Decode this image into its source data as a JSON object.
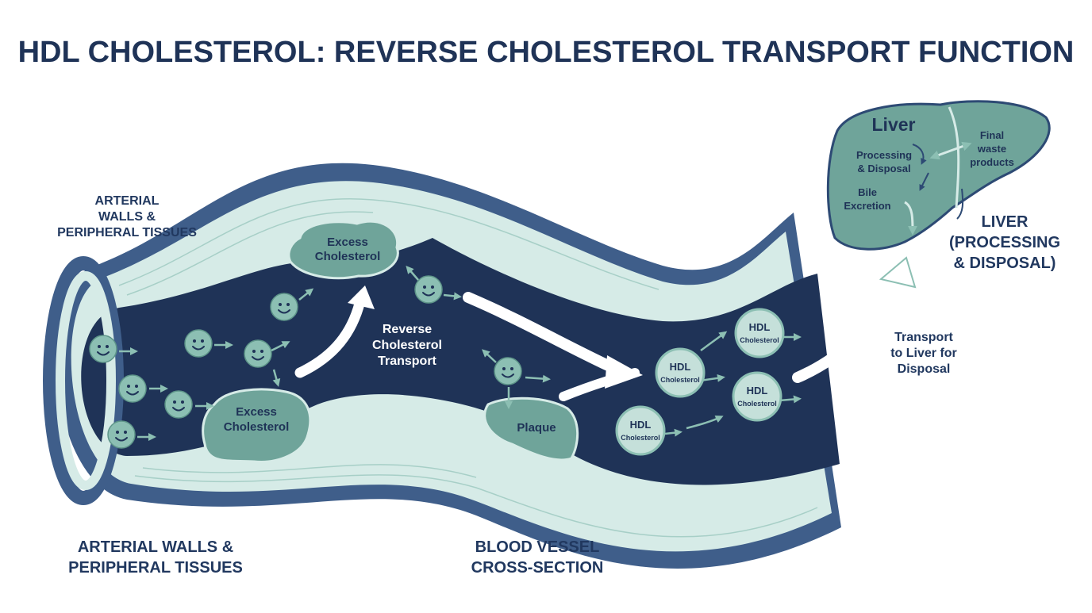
{
  "title": "HDL CHOLESTEROL: REVERSE CHOLESTEROL TRANSPORT FUNCTION",
  "labels": {
    "arterial_top": [
      "ARTERIAL",
      "WALLS &",
      "PERIPHERAL TISSUES"
    ],
    "arterial_bottom": [
      "ARTERIAL WALLS &",
      "PERIPHERAL TISSUES"
    ],
    "vessel_caption": [
      "BLOOD VESSEL",
      "CROSS-SECTION"
    ],
    "rct": [
      "Reverse",
      "Cholesterol",
      "Transport"
    ],
    "transport": [
      "Transport",
      "to Liver for",
      "Disposal"
    ],
    "liver_caption": [
      "LIVER",
      "(PROCESSING",
      "& DISPOSAL)"
    ]
  },
  "deposits": {
    "top": [
      "Excess",
      "Cholesterol"
    ],
    "bottom": [
      "Excess",
      "Cholesterol"
    ],
    "plaque": "Plaque"
  },
  "hdl": {
    "big": "HDL",
    "small": "Cholesterol"
  },
  "liver": {
    "title": "Liver",
    "processing": [
      "Processing",
      "& Disposal"
    ],
    "bile": [
      "Bile",
      "Excretion"
    ],
    "waste": [
      "Final",
      "waste",
      "products"
    ]
  },
  "colors": {
    "title": "#1f3357",
    "vessel_dark": "#1f3357",
    "vessel_outer": "#3f5e8a",
    "vessel_light": "#d6ebe7",
    "particle": "#8cbfb3",
    "accent": "#6fa49a",
    "liver": "#6fa49a"
  }
}
